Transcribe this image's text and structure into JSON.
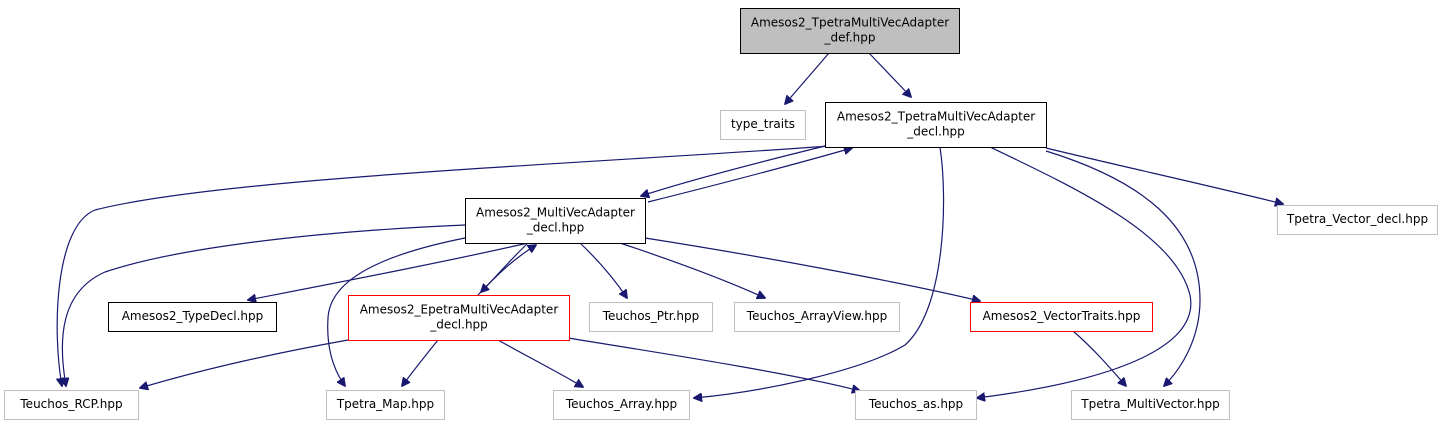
{
  "colors": {
    "edge": "#191970",
    "root_fill": "#bfbfbf",
    "border_documented": "#000000",
    "border_undocumented": "#bfbfbf",
    "border_truncated": "#ff0000",
    "fill": "#ffffff"
  },
  "nodes": [
    {
      "id": "def",
      "lines": [
        "Amesos2_TpetraMultiVecAdapter",
        "_def.hpp"
      ],
      "style": "root"
    },
    {
      "id": "type_traits",
      "lines": [
        "type_traits"
      ],
      "style": "undocumented"
    },
    {
      "id": "tpetra_decl",
      "lines": [
        "Amesos2_TpetraMultiVecAdapter",
        "_decl.hpp"
      ],
      "style": "documented"
    },
    {
      "id": "tpetra_vector_decl",
      "lines": [
        "Tpetra_Vector_decl.hpp"
      ],
      "style": "undocumented"
    },
    {
      "id": "multivec_decl",
      "lines": [
        "Amesos2_MultiVecAdapter",
        "_decl.hpp"
      ],
      "style": "documented"
    },
    {
      "id": "typedecl",
      "lines": [
        "Amesos2_TypeDecl.hpp"
      ],
      "style": "documented"
    },
    {
      "id": "epetra_decl",
      "lines": [
        "Amesos2_EpetraMultiVecAdapter",
        "_decl.hpp"
      ],
      "style": "truncated"
    },
    {
      "id": "teuchos_ptr",
      "lines": [
        "Teuchos_Ptr.hpp"
      ],
      "style": "undocumented"
    },
    {
      "id": "teuchos_arrayview",
      "lines": [
        "Teuchos_ArrayView.hpp"
      ],
      "style": "undocumented"
    },
    {
      "id": "vectortraits",
      "lines": [
        "Amesos2_VectorTraits.hpp"
      ],
      "style": "truncated"
    },
    {
      "id": "teuchos_rcp",
      "lines": [
        "Teuchos_RCP.hpp"
      ],
      "style": "undocumented"
    },
    {
      "id": "tpetra_map",
      "lines": [
        "Tpetra_Map.hpp"
      ],
      "style": "undocumented"
    },
    {
      "id": "teuchos_array",
      "lines": [
        "Teuchos_Array.hpp"
      ],
      "style": "undocumented"
    },
    {
      "id": "teuchos_as",
      "lines": [
        "Teuchos_as.hpp"
      ],
      "style": "undocumented"
    },
    {
      "id": "tpetra_multivector",
      "lines": [
        "Tpetra_MultiVector.hpp"
      ],
      "style": "undocumented"
    }
  ],
  "edges": [
    {
      "from": "def",
      "to": "type_traits"
    },
    {
      "from": "def",
      "to": "tpetra_decl"
    },
    {
      "from": "tpetra_decl",
      "to": "multivec_decl"
    },
    {
      "from": "multivec_decl",
      "to": "tpetra_decl"
    },
    {
      "from": "tpetra_decl",
      "to": "tpetra_vector_decl"
    },
    {
      "from": "tpetra_decl",
      "to": "teuchos_rcp"
    },
    {
      "from": "tpetra_decl",
      "to": "teuchos_array"
    },
    {
      "from": "tpetra_decl",
      "to": "teuchos_as"
    },
    {
      "from": "tpetra_decl",
      "to": "tpetra_multivector"
    },
    {
      "from": "multivec_decl",
      "to": "teuchos_rcp"
    },
    {
      "from": "multivec_decl",
      "to": "typedecl"
    },
    {
      "from": "multivec_decl",
      "to": "epetra_decl"
    },
    {
      "from": "epetra_decl",
      "to": "multivec_decl"
    },
    {
      "from": "multivec_decl",
      "to": "teuchos_ptr"
    },
    {
      "from": "multivec_decl",
      "to": "teuchos_arrayview"
    },
    {
      "from": "multivec_decl",
      "to": "vectortraits"
    },
    {
      "from": "multivec_decl",
      "to": "tpetra_map"
    },
    {
      "from": "epetra_decl",
      "to": "teuchos_rcp"
    },
    {
      "from": "epetra_decl",
      "to": "tpetra_map"
    },
    {
      "from": "epetra_decl",
      "to": "teuchos_array"
    },
    {
      "from": "epetra_decl",
      "to": "teuchos_as"
    },
    {
      "from": "vectortraits",
      "to": "tpetra_multivector"
    }
  ]
}
